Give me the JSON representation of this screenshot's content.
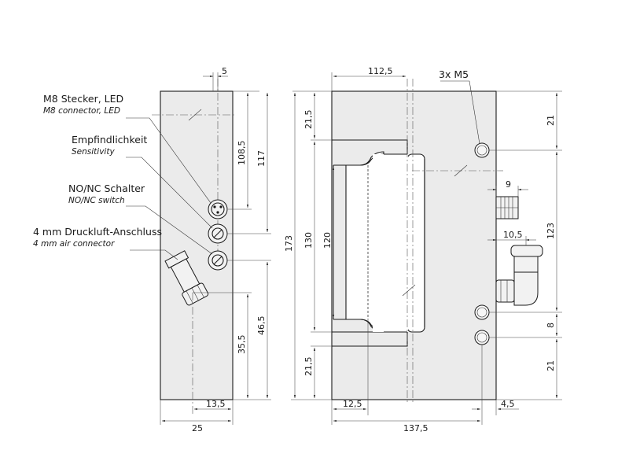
{
  "labels": {
    "m8_connector": {
      "de": "M8 Stecker,  LED",
      "en": "M8 connector,  LED"
    },
    "sensitivity": {
      "de": "Empfindlichkeit",
      "en": "Sensitivity"
    },
    "switch": {
      "de": "NO/NC Schalter",
      "en": "NO/NC switch"
    },
    "air_connector": {
      "de": "4 mm Druckluft-Anschluss",
      "en": "4 mm air connector"
    },
    "threads": "3x M5"
  },
  "left_view": {
    "dims": {
      "top_width": "5",
      "d108_5": "108,5",
      "d117": "117",
      "d46_5": "46,5",
      "d35_5": "35,5",
      "d13_5": "13,5",
      "d25": "25"
    }
  },
  "right_view": {
    "dims": {
      "d112_5": "112,5",
      "d21_5_top": "21,5",
      "d173": "173",
      "d130": "130",
      "d120": "120",
      "d21_5_bottom": "21,5",
      "d12_5": "12,5",
      "d137_5": "137,5",
      "d4_5": "4,5",
      "d21_top": "21",
      "d9": "9",
      "d123": "123",
      "d10_5": "10,5",
      "d8": "8",
      "d21_bottom": "21"
    }
  }
}
